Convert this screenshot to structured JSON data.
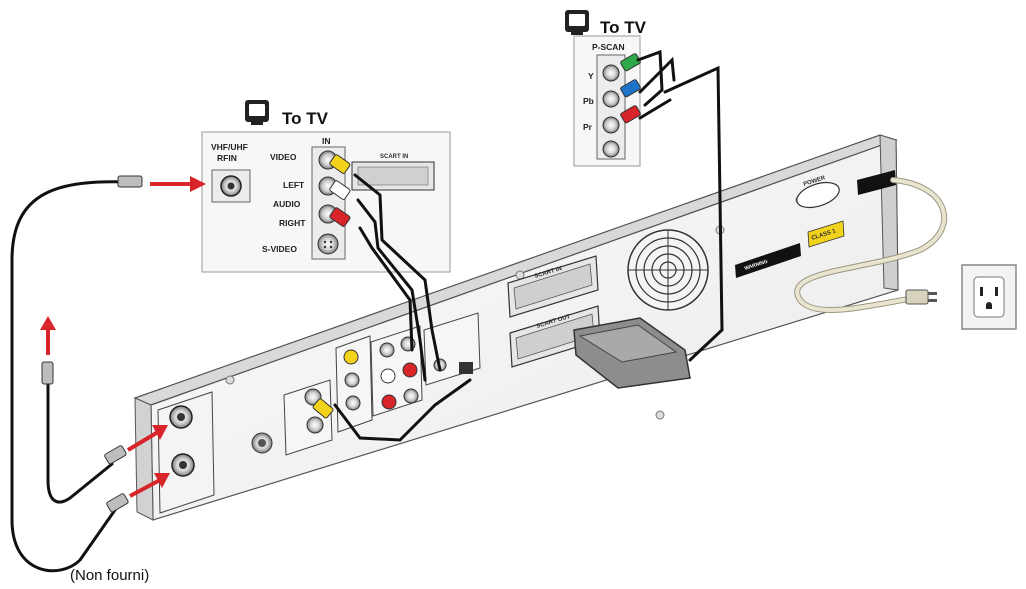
{
  "tv_panel_left": {
    "title": "To TV",
    "in_label": "IN",
    "rf_label_line1": "VHF/UHF",
    "rf_label_line2": "RFIN",
    "video_label": "VIDEO",
    "left_label": "LEFT",
    "audio_label": "AUDIO",
    "right_label": "RIGHT",
    "svideo_label": "S-VIDEO",
    "scart_label": "SCART IN"
  },
  "tv_panel_right": {
    "title": "To TV",
    "pscan_label": "P-SCAN",
    "y_label": "Y",
    "pb_label": "Pb",
    "pr_label": "Pr"
  },
  "device": {
    "power_label": "POWER",
    "scart1_label": "SCART IN",
    "scart2_label": "SCART OUT",
    "warning_label": "WARNING",
    "class_label": "CLASS 1"
  },
  "footnote": "(Non fourni)",
  "colors": {
    "arrow": "#d7252a",
    "cable": "#111111",
    "video_yellow": "#f2d21b",
    "audio_white": "#e8e8e8",
    "audio_red": "#d7252a",
    "comp_green": "#2fa84a",
    "comp_blue": "#1e74c8",
    "power_cord": "#e9e4cf"
  }
}
